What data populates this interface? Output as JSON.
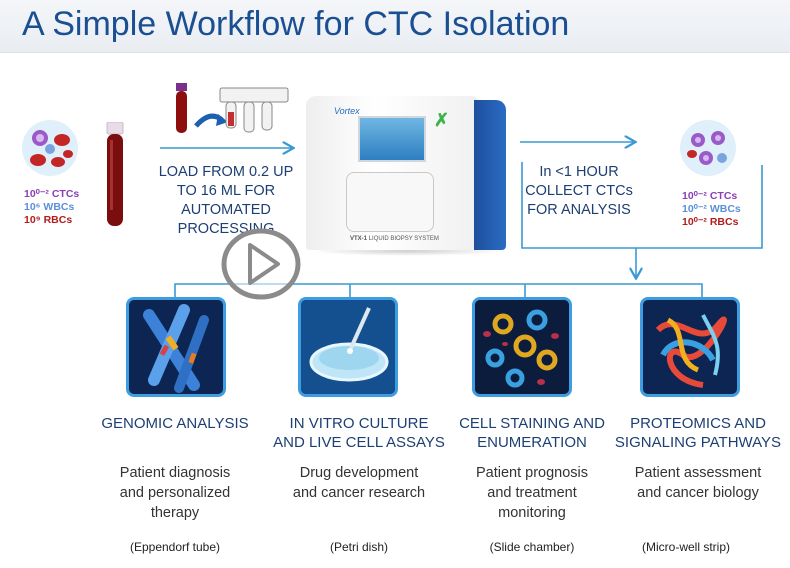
{
  "title": "A Simple Workflow for CTC Isolation",
  "input_counts": [
    "10⁰⁻² CTCs",
    "10⁶ WBCs",
    "10⁹ RBCs"
  ],
  "output_counts": [
    "10⁰⁻² CTCs",
    "10⁰⁻² WBCs",
    "10⁰⁻² RBCs"
  ],
  "load_text": [
    "LOAD FROM 0.2 UP",
    "TO 16 ML FOR",
    "AUTOMATED",
    "PROCESSING"
  ],
  "collect_text": [
    "In <1 HOUR",
    "COLLECT CTCs",
    "FOR ANALYSIS"
  ],
  "device": {
    "brand": "Vortex",
    "model": "VTX-1",
    "model_sub": "LIQUID BIOPSY SYSTEM"
  },
  "applications": [
    {
      "label": [
        "GENOMIC ANALYSIS"
      ],
      "desc": [
        "Patient diagnosis",
        "and personalized",
        "therapy"
      ],
      "note": "(Eppendorf tube)"
    },
    {
      "label": [
        "IN VITRO CULTURE",
        "AND LIVE CELL ASSAYS"
      ],
      "desc": [
        "Drug development",
        "and cancer research"
      ],
      "note": "(Petri dish)"
    },
    {
      "label": [
        "CELL STAINING AND",
        "ENUMERATION"
      ],
      "desc": [
        "Patient prognosis",
        "and treatment",
        "monitoring"
      ],
      "note": "(Slide chamber)"
    },
    {
      "label": [
        "PROTEOMICS AND",
        "SIGNALING PATHWAYS"
      ],
      "desc": [
        "Patient assessment",
        "and cancer biology"
      ],
      "note": "(Micro-well strip)"
    }
  ],
  "colors": {
    "title": "#1a4f91",
    "text": "#1d3f73",
    "arrow": "#3a9ad4",
    "ctc": "#8a3fb5",
    "wbc": "#5b8fd6",
    "rbc": "#b31c1c"
  },
  "icons": [
    "play-icon",
    "chromosome-icon",
    "petri-dish-icon",
    "cell-stain-icon",
    "protein-icon"
  ]
}
